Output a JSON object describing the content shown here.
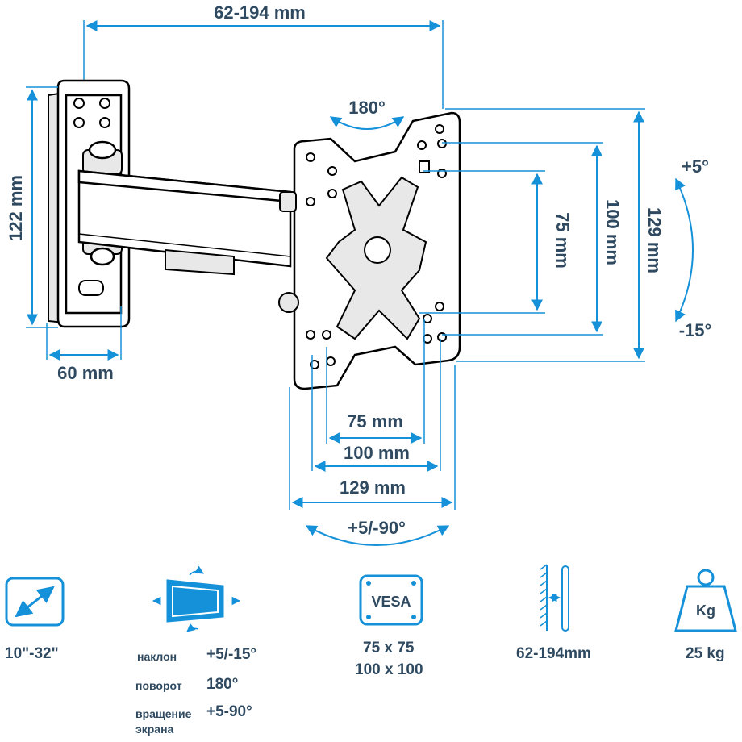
{
  "dimensions": {
    "arm_length": "62-194 mm",
    "swivel_top": "180°",
    "wall_plate_height": "122 mm",
    "wall_plate_width": "60 mm",
    "vesa_v75": "75 mm",
    "vesa_v100": "100 mm",
    "plate_height": "129 mm",
    "tilt_up": "+5°",
    "tilt_down": "-15°",
    "vesa_h75": "75 mm",
    "vesa_h100": "100 mm",
    "plate_width": "129 mm",
    "rotation": "+5/-90°"
  },
  "features": {
    "screen_size": "10\"-32\"",
    "tilt_label": "наклон",
    "tilt_value": "+5/-15°",
    "swivel_label": "поворот",
    "swivel_value": "180°",
    "rotation_label_1": "вращение",
    "rotation_label_2": "экрана",
    "rotation_value": "+5-90°",
    "vesa_icon_text": "VESA",
    "vesa_1": "75 x 75",
    "vesa_2": "100 x 100",
    "wall_distance": "62-194mm",
    "weight_icon_text": "Kg",
    "weight": "25 kg"
  },
  "colors": {
    "accent": "#1591d9",
    "text": "#2f4a60"
  },
  "icons": [
    "diagonal-arrow-icon",
    "tilt-rotate-icon",
    "vesa-icon",
    "wall-distance-icon",
    "weight-icon"
  ]
}
